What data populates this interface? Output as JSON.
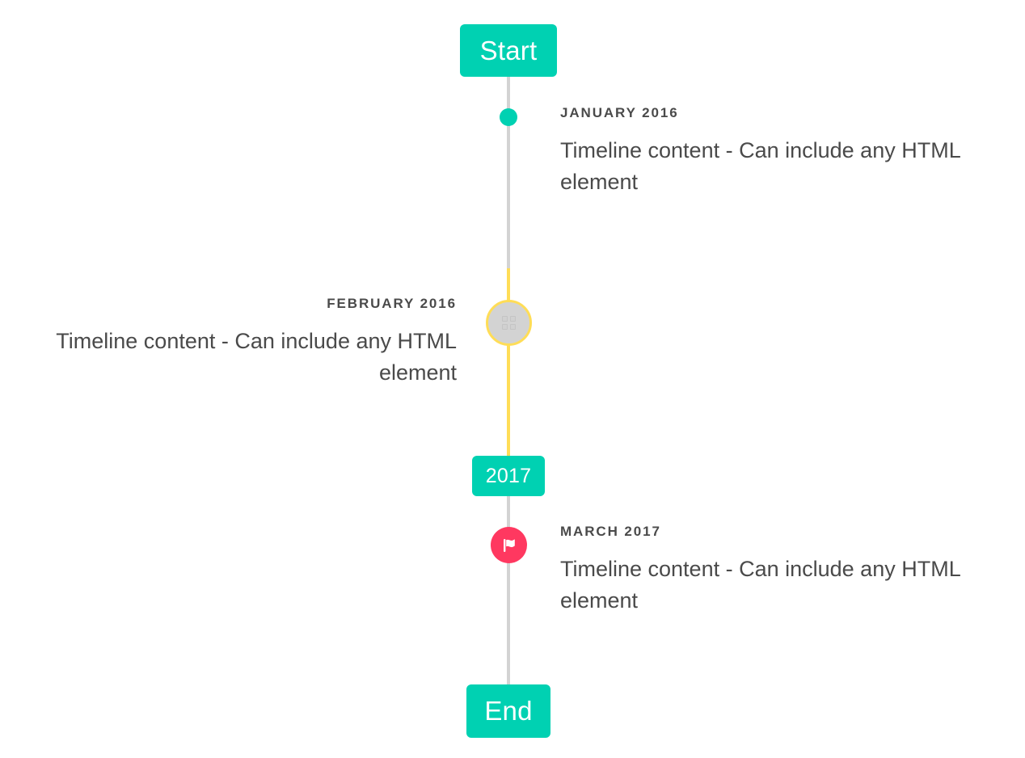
{
  "timeline": {
    "header": {
      "label": "Start"
    },
    "footer": {
      "label": "End"
    },
    "divider": {
      "label": "2017"
    },
    "colors": {
      "primary": "#00d1b2",
      "warning": "#ffdd57",
      "danger": "#ff3860",
      "rail": "#d3d3d3",
      "text": "#4a4a4a"
    },
    "items": [
      {
        "side": "right",
        "marker": "dot-marker",
        "marker_color": "#00d1b2",
        "heading": "January 2016",
        "body": "Timeline content - Can include any HTML element"
      },
      {
        "side": "left",
        "marker": "image-marker",
        "marker_color": "#ffdd57",
        "marker_icon": "broken-image-icon",
        "heading": "February 2016",
        "body": "Timeline content - Can include any HTML element"
      },
      {
        "side": "right",
        "marker": "icon-marker",
        "marker_color": "#ff3860",
        "marker_icon": "flag-icon",
        "heading": "March 2017",
        "body": "Timeline content - Can include any HTML element"
      }
    ]
  }
}
